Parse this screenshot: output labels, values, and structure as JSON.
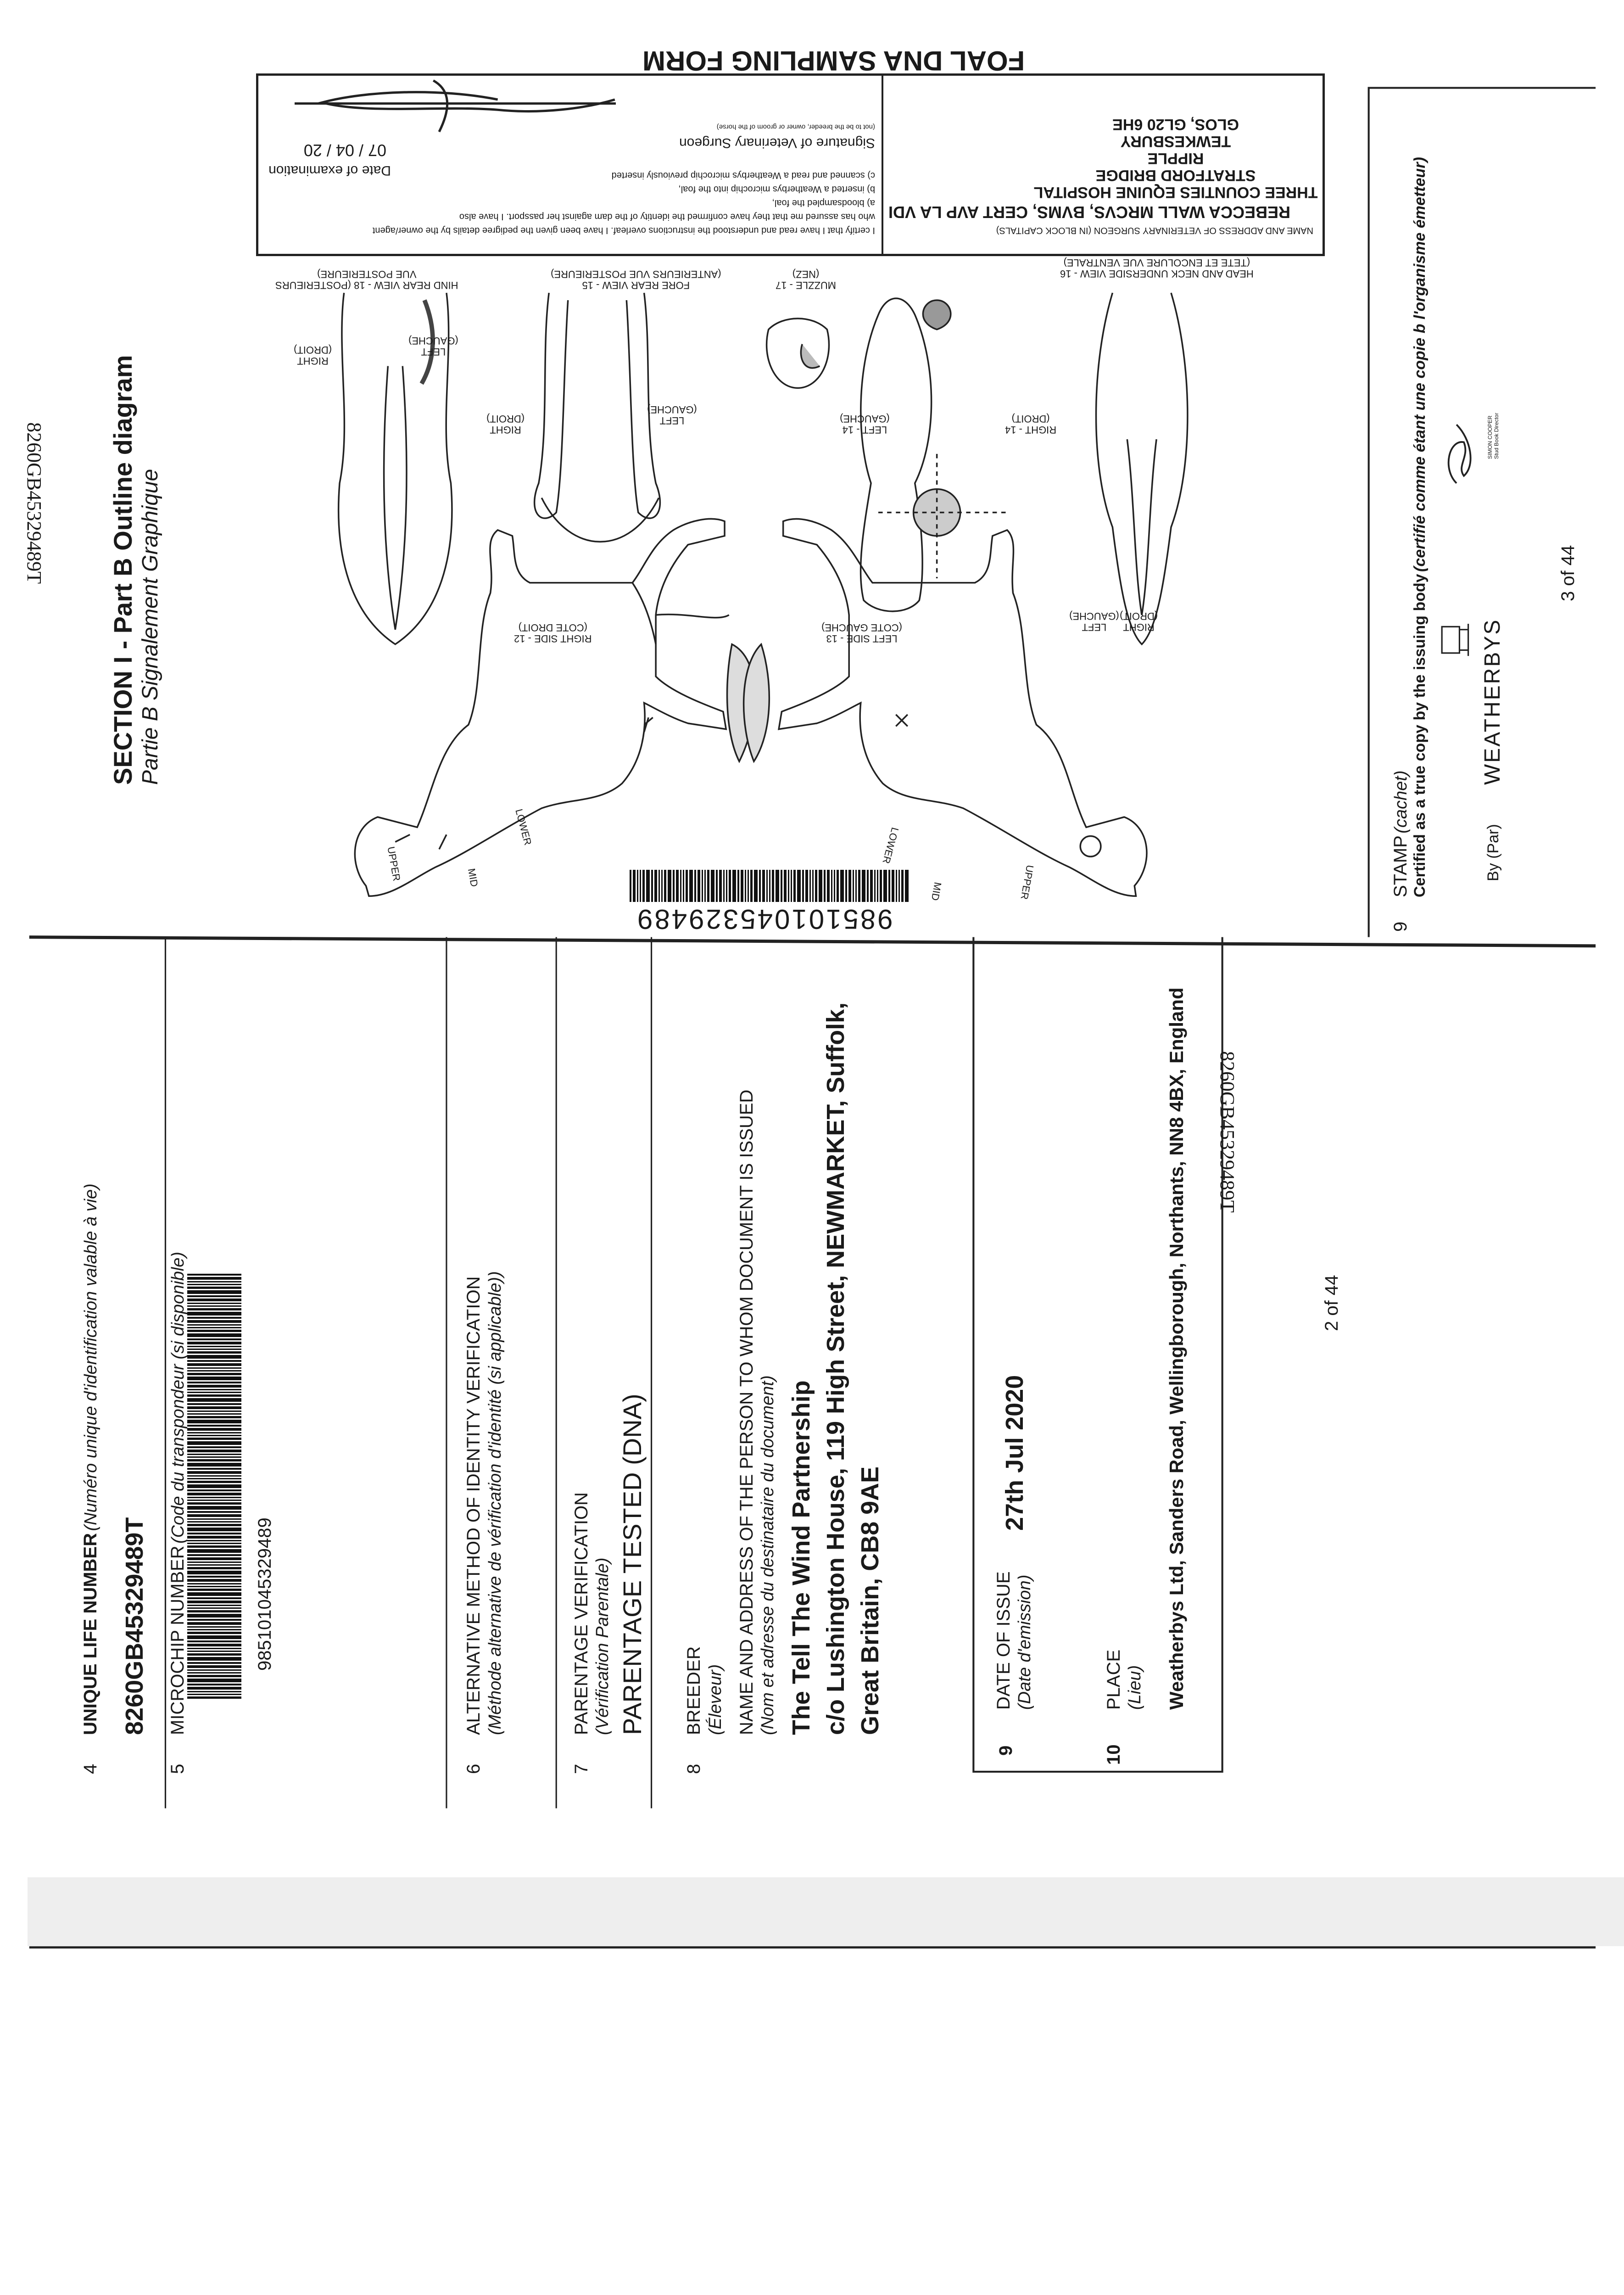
{
  "page2": {
    "mirrored_uln": "8260GB45329489T",
    "item4": {
      "num": "4",
      "label": "UNIQUE LIFE NUMBER",
      "label_fr": "(Numéro unique d'identification valable à vie)",
      "value": "8260GB45329489T"
    },
    "item5": {
      "num": "5",
      "label": "MICROCHIP NUMBER",
      "label_fr": "(Code du transpondeur (si disponible)",
      "value": "985101045329489"
    },
    "item6": {
      "num": "6",
      "label": "ALTERNATIVE METHOD OF IDENTITY VERIFICATION",
      "label_fr": "(Méthode alternative de vérification d'identité (si applicable))"
    },
    "item7": {
      "num": "7",
      "label": "PARENTAGE VERIFICATION",
      "label_fr": "(Vérification Parentale)",
      "value": "PARENTAGE TESTED (DNA)"
    },
    "item8": {
      "num": "8",
      "label": "BREEDER",
      "label_fr": "(Éleveur)",
      "label2": "NAME AND ADDRESS OF THE PERSON TO WHOM DOCUMENT IS ISSUED",
      "label2_fr": "(Nom et adresse du destinataire du document)",
      "lines": [
        "The Tell The Wind Partnership",
        "c/o Lushington House, 119 High Street, NEWMARKET, Suffolk,",
        "Great Britain, CB8 9AE"
      ]
    },
    "item9": {
      "num": "9",
      "label": "DATE OF ISSUE",
      "label_fr": "(Date d'emission)",
      "value": "27th Jul 2020"
    },
    "item10": {
      "num": "10",
      "label": "PLACE",
      "label_fr": "(Lieu)",
      "value": "Weatherbys Ltd, Sanders Road, Wellingborough, Northants, NN8 4BX, England"
    },
    "page_number": "2 of 44"
  },
  "page3": {
    "mirrored_uln": "8260GB45329489T",
    "section_title": "SECTION I - Part B Outline diagram",
    "section_subtitle": "Partie B Signalement Graphique",
    "form_title": "FOAL DNA SAMPLING FORM",
    "diagram_labels": {
      "head_neck": "HEAD AND NECK UNDERSIDE VIEW - 16",
      "head_neck_fr": "(TETE ET ENCOLURE VUE VENTRALE)",
      "muzzle": "MUZZLE - 17",
      "muzzle_fr": "(NEZ)",
      "fore_rear": "FORE REAR VIEW - 15",
      "fore_rear_fr": "(ANTERIEURS VUE POSTERIEURE)",
      "hind_rear": "HIND REAR VIEW - 18 (POSTERIEURS",
      "hind_rear_fr": "VUE POSTERIEURE)",
      "right_side": "RIGHT SIDE - 12",
      "right_side_fr": "(COTE DROIT)",
      "left_side": "LEFT SIDE - 13",
      "left_side_fr": "(COTE GAUCHE)",
      "left14": "LEFT - 14",
      "right14": "RIGHT - 14",
      "left": "LEFT",
      "right": "RIGHT",
      "gauche": "(GAUCHE)",
      "droit": "(DROIT)",
      "upper": "UPPER",
      "mid": "MID",
      "lower": "LOWER"
    },
    "barcode_number": "985101045329489",
    "vet": {
      "name_label": "NAME AND ADDRESS OF VETERINARY SURGEON (IN BLOCK CAPITALS)",
      "address_lines": [
        "REBECCA WALL MRCVS, BVMS, CERT AVP LA VDI",
        "THREE COUNTIES EQUINE HOSPITAL",
        "STRATFORD BRIDGE",
        "RIPPLE",
        "TEWKESBURY",
        "GLOS, GL20 6HE"
      ],
      "certify_lines": [
        "I certify that I have read and understood the instructions overleaf. I have been given the pedigree details by the owner/agent",
        "who has assured me that they have confirmed the identity of the dam against her passport. I have also",
        "a) bloodsampled the foal,",
        "b) inserted a Weatherbys microchip into the foal,",
        "c) scanned and read a Weatherbys microchip previously inserted"
      ],
      "signature_label": "Signature of Veterinary Surgeon",
      "signature_note": "(not to be the breeder, owner or groom of the horse)",
      "date_label": "Date of examination",
      "date_value": "07 / 04 / 20"
    },
    "stamp": {
      "num": "9",
      "label": "STAMP",
      "label_fr": "(cachet)",
      "certified": "Certified as a true copy by the issuing body",
      "certified_fr": "(certifié comme étant une copie b l'organisme émetteur)",
      "by": "By (Par)",
      "logo_text": "WEATHERBYS",
      "signatory": "SIMON COOPER",
      "signatory_title": "Stud Book Director"
    },
    "page_number": "3 of 44"
  }
}
